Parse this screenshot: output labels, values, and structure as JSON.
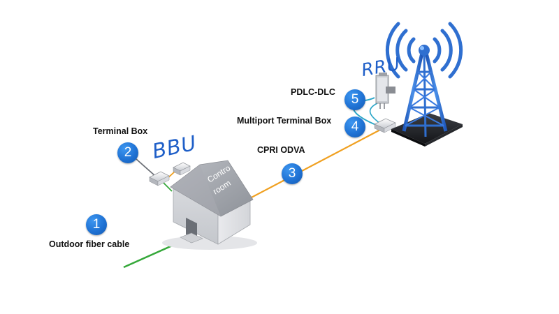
{
  "labels": {
    "outdoor_fiber": "Outdoor fiber cable",
    "terminal_box": "Terminal Box",
    "cpri_odva": "CPRI ODVA",
    "multiport_terminal_box": "Multiport Terminal Box",
    "pdlc_dlc": "PDLC-DLC",
    "bbu": "BBU",
    "rru": "RRU",
    "control_room_line1": "Contro",
    "control_room_line2": "room"
  },
  "steps": [
    "1",
    "2",
    "3",
    "4",
    "5"
  ],
  "colors": {
    "badge_blue": "#1f72d4",
    "fiber_green": "#35a83a",
    "cpri_orange": "#f0a020",
    "jumper_cyan": "#2aa6c8",
    "tower_blue": "#2f6fd0",
    "script_blue": "#1f5fc8"
  },
  "icons": [
    "house-icon",
    "tower-icon",
    "signal-waves-icon",
    "terminal-box-icon",
    "rru-unit-icon"
  ]
}
